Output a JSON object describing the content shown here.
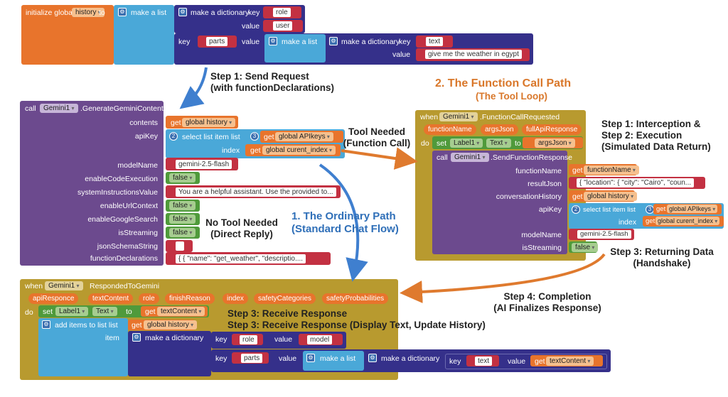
{
  "colors": {
    "orange_block": "#e8742c",
    "purple_block": "#6c4a8e",
    "list_blue": "#4aa8d8",
    "dict_navy": "#35308a",
    "olive_event": "#b89a2f",
    "green_block": "#4f9a3b",
    "text_red": "#c33142",
    "arrow_blue": "#3f7fcf",
    "arrow_orange": "#df7a2e"
  },
  "top_block": {
    "init_label": "initialize global",
    "var_name": "history",
    "to_label": "to",
    "make_list": "make a list",
    "make_dict": "make a dictionary",
    "key_label": "key",
    "value_label": "value",
    "key_role": "role",
    "val_user": "user",
    "key_parts": "parts",
    "key_text": "text",
    "val_weather": "give me the weather in egypt"
  },
  "generate_block": {
    "call": "call",
    "component": "Gemini1",
    "method": ".GenerateGeminiContent",
    "params": [
      "contents",
      "apiKey",
      "index",
      "modelName",
      "enableCodeExecution",
      "systemInstructionsValue",
      "enableUrlContext",
      "enableGoogleSearch",
      "isStreaming",
      "jsonSchemaString",
      "functionDeclarations"
    ],
    "get_history": "global history",
    "get": "get",
    "select_list_item": "select list item  list",
    "api_keys": "global APIkeys",
    "current_index": "global curent_index",
    "model": "gemini-2.5-flash",
    "false": "false",
    "system_text": "You are a helpful assistant. Use the provided to...",
    "func_decl": "{  {      \"name\": \"get_weather\",      \"descriptio....",
    "num2": "2",
    "num3": "3"
  },
  "function_block": {
    "when": "when",
    "component": "Gemini1",
    "event": ".FunctionCallRequested",
    "event_params": [
      "functionName",
      "argsJson",
      "fullApiResponse"
    ],
    "do": "do",
    "set": "set",
    "label": "Label1",
    "text_prop": "Text",
    "to": "to",
    "get_args": "argsJson",
    "call": "call",
    "send_method": ".SendFunctionResponse",
    "params": [
      "functionName",
      "resultJson",
      "conversationHistory",
      "apiKey",
      "index",
      "modelName",
      "isStreaming"
    ],
    "get_function_name": "functionName",
    "result_json": "{    \"location\":  {      \"city\":  \"Cairo\",      \"coun...",
    "get_history": "global history",
    "select_list_item": "select list item  list",
    "api_keys": "global APIkeys",
    "current_index": "global curent_index",
    "model": "gemini-2.5-flash",
    "false": "false"
  },
  "responded_block": {
    "when": "when",
    "component": "Gemini1",
    "event": "RespondedToGemini",
    "event_params": [
      "apiResponce",
      "textContent",
      "role",
      "finishReason",
      "index",
      "safetyCategories",
      "safetyProbabilities"
    ],
    "do": "do",
    "set": "set",
    "label": "Label1",
    "text_prop": "Text",
    "to": "to",
    "get": "get",
    "get_text": "textContent",
    "add_items": "add items to list  list",
    "get_history": "global history",
    "item": "item",
    "make_dict": "make a dictionary",
    "make_list": "make a list",
    "key": "key",
    "value": "value",
    "role": "role",
    "model": "model",
    "parts": "parts",
    "text": "text"
  },
  "annotations": {
    "step1_send": "Step 1: Send Request",
    "step1_send_sub": "(with functionDeclarations)",
    "function_path_title": "2. The Function Call Path",
    "function_path_sub": "(The Tool Loop)",
    "intercept_1": "Step 1: Interception &",
    "intercept_2": "Step 2: Execution",
    "intercept_3": "(Simulated Data Return)",
    "tool_needed": "Tool Needed",
    "tool_needed_sub": "(Function Call)",
    "no_tool": "No Tool Needed",
    "no_tool_sub": "(Direct Reply)",
    "ordinary_title": "1. The Ordinary Path",
    "ordinary_sub": "(Standard Chat Flow)",
    "returning": "Step 3: Returning Data",
    "returning_sub": "(Handshake)",
    "completion": "Step 4: Completion",
    "completion_sub": "(AI Finalizes Response)",
    "receive_1": "Step 3: Receive Response",
    "receive_2": "Step 3: Receive Response (Display Text, Update History)"
  }
}
